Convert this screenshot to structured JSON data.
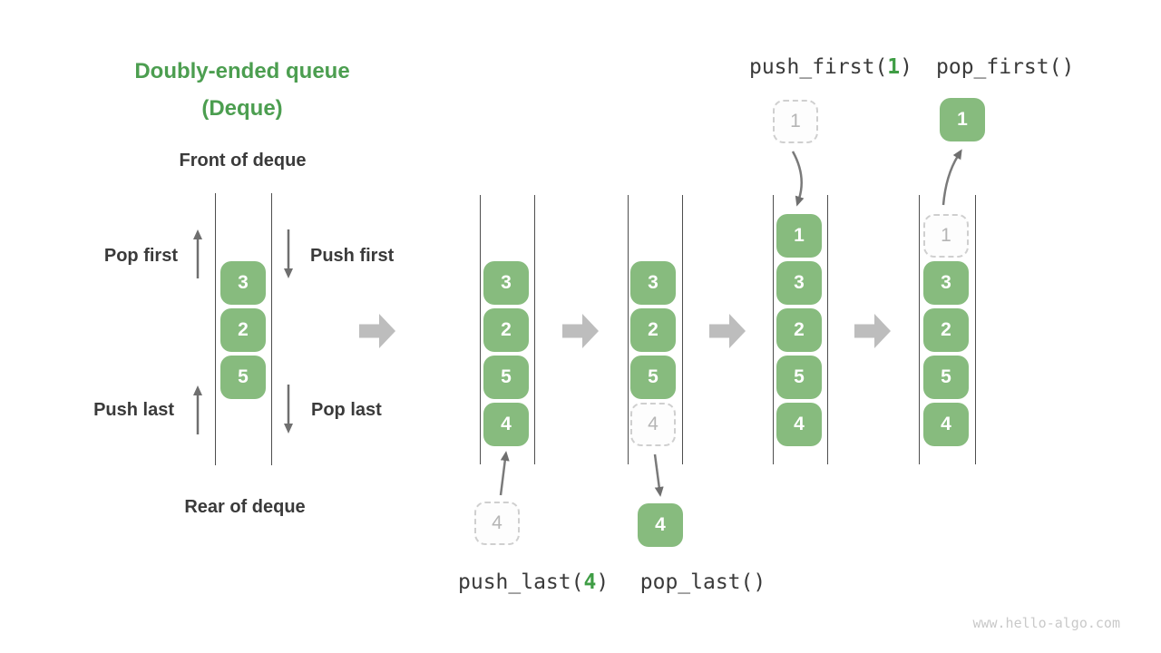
{
  "title": {
    "line1": "Doubly-ended queue",
    "line2": "(Deque)"
  },
  "deque_labels": {
    "front": "Front of deque",
    "rear": "Rear of deque",
    "pop_first": "Pop first",
    "push_first": "Push first",
    "push_last": "Push last",
    "pop_last": "Pop last"
  },
  "operations": {
    "push_first_prefix": "push_first(",
    "push_first_arg": "1",
    "push_first_suffix": ")",
    "pop_first": "pop_first()",
    "push_last_prefix": "push_last(",
    "push_last_arg": "4",
    "push_last_suffix": ")",
    "pop_last": "pop_last()"
  },
  "queues": [
    {
      "name": "deque-initial",
      "items": [
        "3",
        "2",
        "5"
      ]
    },
    {
      "name": "deque-after-push-last",
      "items": [
        "3",
        "2",
        "5",
        "4"
      ]
    },
    {
      "name": "deque-after-pop-last",
      "items": [
        "3",
        "2",
        "5"
      ],
      "ghost": "4"
    },
    {
      "name": "deque-after-push-first",
      "items": [
        "1",
        "3",
        "2",
        "5",
        "4"
      ]
    },
    {
      "name": "deque-after-pop-first",
      "items": [
        "3",
        "2",
        "5",
        "4"
      ],
      "ghost": "1"
    }
  ],
  "floating": {
    "push_last_value": "4",
    "pop_last_value": "4",
    "push_first_value": "1",
    "pop_first_value": "1"
  },
  "watermark": "www.hello-algo.com",
  "colors": {
    "title_green": "#4C9E50",
    "code_green": "#3F9D45",
    "cell_green": "#87BB7E",
    "ghost_border": "#CFCFCF",
    "thin_arrow_gray": "#6F6F6F",
    "block_arrow_gray": "#BDBDBD",
    "rail_gray": "#4E4E4E"
  }
}
